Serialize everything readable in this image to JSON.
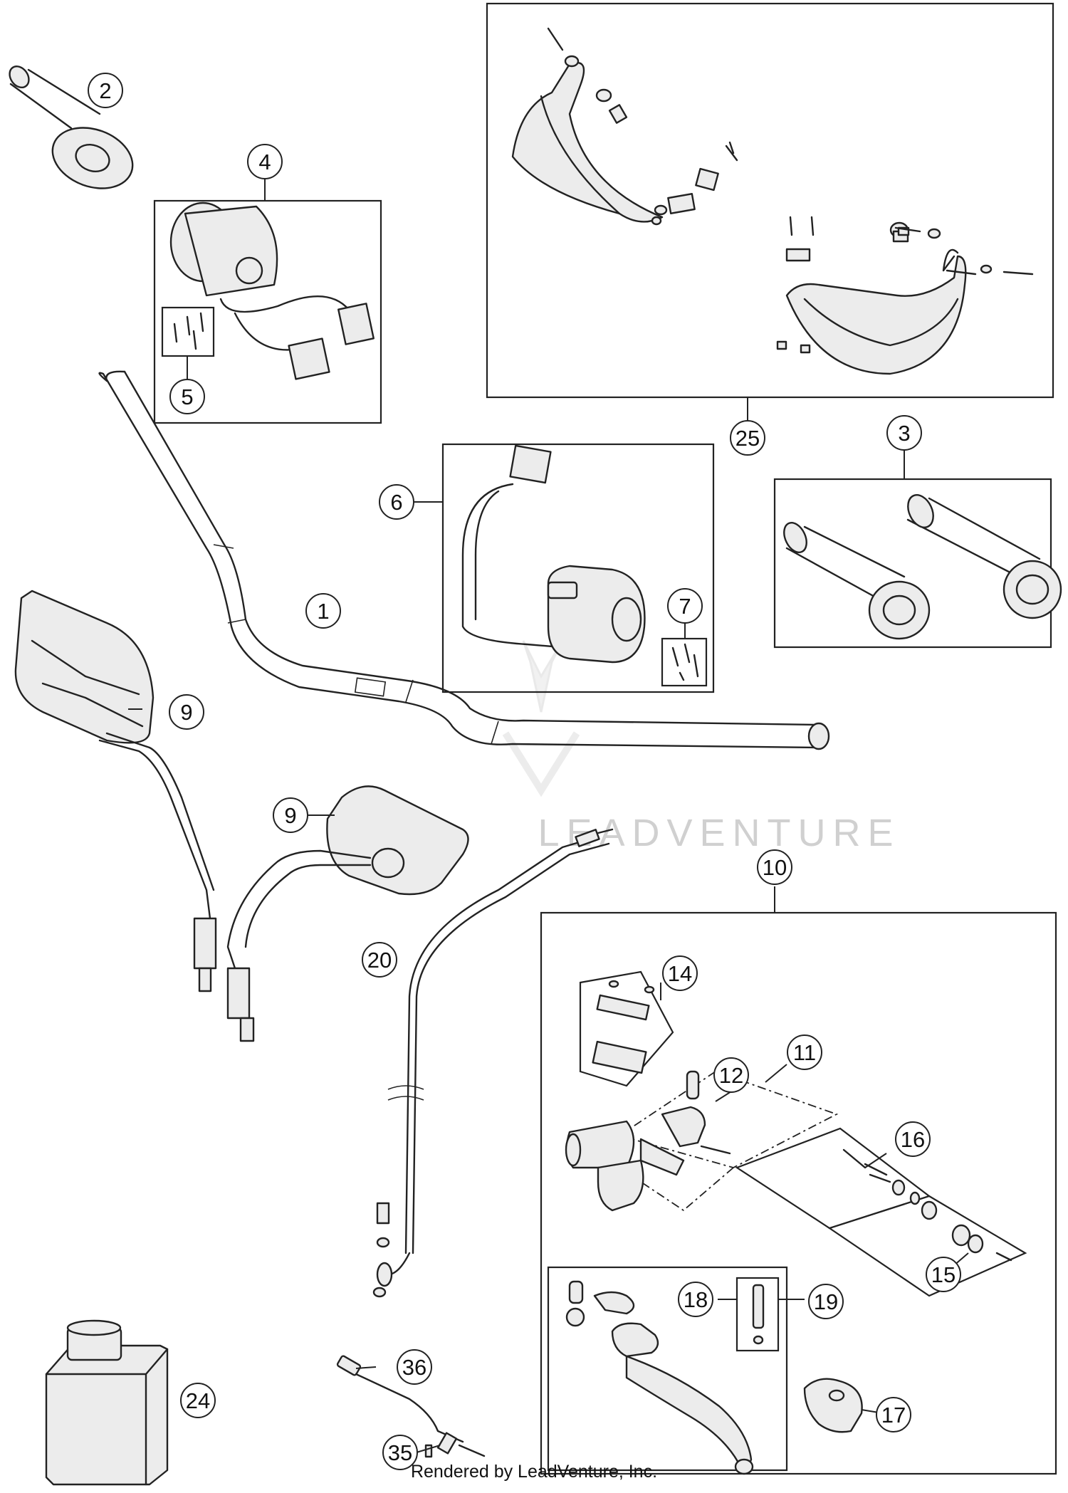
{
  "diagram": {
    "callouts": [
      {
        "id": "c1",
        "label": "1"
      },
      {
        "id": "c2",
        "label": "2"
      },
      {
        "id": "c3",
        "label": "3"
      },
      {
        "id": "c4",
        "label": "4"
      },
      {
        "id": "c5",
        "label": "5"
      },
      {
        "id": "c6",
        "label": "6"
      },
      {
        "id": "c7",
        "label": "7"
      },
      {
        "id": "c9a",
        "label": "9"
      },
      {
        "id": "c9b",
        "label": "9"
      },
      {
        "id": "c10",
        "label": "10"
      },
      {
        "id": "c11",
        "label": "11"
      },
      {
        "id": "c12",
        "label": "12"
      },
      {
        "id": "c14",
        "label": "14"
      },
      {
        "id": "c15",
        "label": "15"
      },
      {
        "id": "c16",
        "label": "16"
      },
      {
        "id": "c17",
        "label": "17"
      },
      {
        "id": "c18",
        "label": "18"
      },
      {
        "id": "c19",
        "label": "19"
      },
      {
        "id": "c20",
        "label": "20"
      },
      {
        "id": "c24",
        "label": "24"
      },
      {
        "id": "c25",
        "label": "25"
      },
      {
        "id": "c35",
        "label": "35"
      },
      {
        "id": "c36",
        "label": "36"
      }
    ],
    "watermark": "LEADVENTURE",
    "footer": "Rendered by LeadVenture, Inc."
  }
}
